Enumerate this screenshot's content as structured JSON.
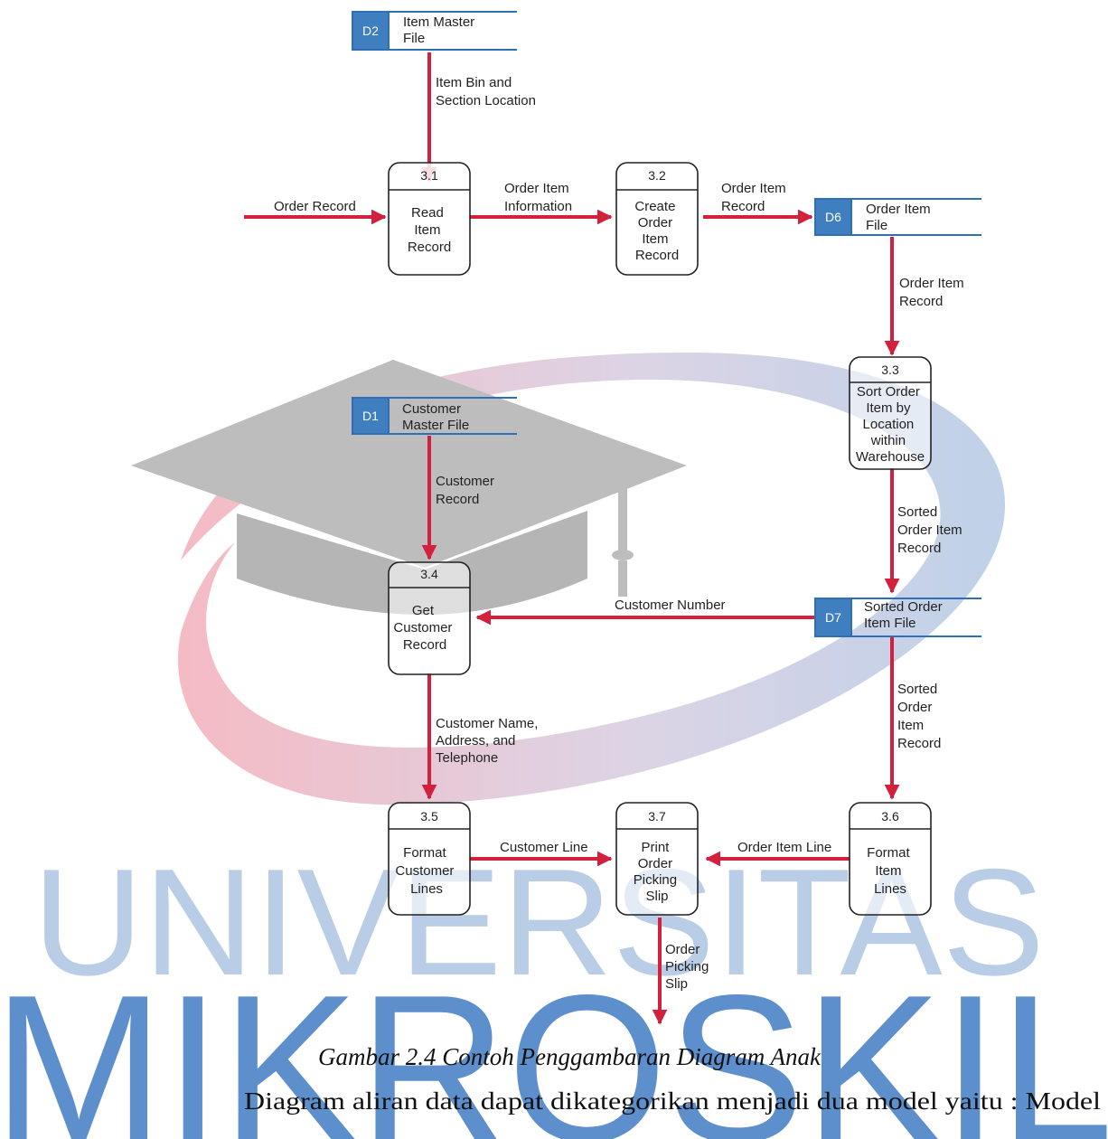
{
  "watermark": {
    "line1": "UNIVERSITAS",
    "line2": "MIKROSKIL"
  },
  "data_stores": [
    {
      "id": "D2",
      "name_lines": [
        "Item Master",
        "File"
      ]
    },
    {
      "id": "D6",
      "name_lines": [
        "Order Item",
        "File"
      ]
    },
    {
      "id": "D1",
      "name_lines": [
        "Customer",
        "Master File"
      ]
    },
    {
      "id": "D7",
      "name_lines": [
        "Sorted Order",
        "Item File"
      ]
    }
  ],
  "processes": [
    {
      "id": "3.1",
      "name_lines": [
        "Read",
        "Item",
        "Record"
      ]
    },
    {
      "id": "3.2",
      "name_lines": [
        "Create",
        "Order",
        "Item",
        "Record"
      ]
    },
    {
      "id": "3.3",
      "name_lines": [
        "Sort Order",
        "Item by",
        "Location",
        "within",
        "Warehouse"
      ]
    },
    {
      "id": "3.4",
      "name_lines": [
        "Get",
        "Customer",
        "Record"
      ]
    },
    {
      "id": "3.5",
      "name_lines": [
        "Format",
        "Customer",
        "Lines"
      ]
    },
    {
      "id": "3.7",
      "name_lines": [
        "Print",
        "Order",
        "Picking",
        "Slip"
      ]
    },
    {
      "id": "3.6",
      "name_lines": [
        "Format",
        "Item",
        "Lines"
      ]
    }
  ],
  "flows": [
    {
      "name": "item-bin-flow",
      "label_lines": [
        "Item Bin and",
        "Section Location"
      ]
    },
    {
      "name": "order-record-flow",
      "label_lines": [
        "Order Record"
      ]
    },
    {
      "name": "order-item-info-flow",
      "label_lines": [
        "Order Item",
        "Information"
      ]
    },
    {
      "name": "order-item-record-flow",
      "label_lines": [
        "Order Item",
        "Record"
      ]
    },
    {
      "name": "order-item-record-down-flow",
      "label_lines": [
        "Order Item",
        "Record"
      ]
    },
    {
      "name": "customer-record-flow",
      "label_lines": [
        "Customer",
        "Record"
      ]
    },
    {
      "name": "sorted-order-item-record-flow",
      "label_lines": [
        "Sorted",
        "Order Item",
        "Record"
      ]
    },
    {
      "name": "customer-number-flow",
      "label_lines": [
        "Customer Number"
      ]
    },
    {
      "name": "customer-name-flow",
      "label_lines": [
        "Customer Name,",
        "Address, and",
        "Telephone"
      ]
    },
    {
      "name": "sorted-order-item-record-down-flow",
      "label_lines": [
        "Sorted",
        "Order",
        "Item",
        "Record"
      ]
    },
    {
      "name": "customer-line-flow",
      "label_lines": [
        "Customer Line"
      ]
    },
    {
      "name": "order-item-line-flow",
      "label_lines": [
        "Order Item Line"
      ]
    },
    {
      "name": "order-picking-slip-flow",
      "label_lines": [
        "Order",
        "Picking",
        "Slip"
      ]
    }
  ],
  "caption": "Gambar 2.4 Contoh Penggambaran Diagram Anak",
  "paragraph": "Diagram aliran data dapat dikategorikan menjadi dua model yaitu : Model",
  "colors": {
    "arrow": "#d3203d",
    "store_id_fill": "#3f7fc0",
    "store_line": "#2f6fb5",
    "watermark_blue": "#b9cde6",
    "watermark_pink": "#f4b9c2",
    "cap_gray": "#bdbdbd"
  }
}
